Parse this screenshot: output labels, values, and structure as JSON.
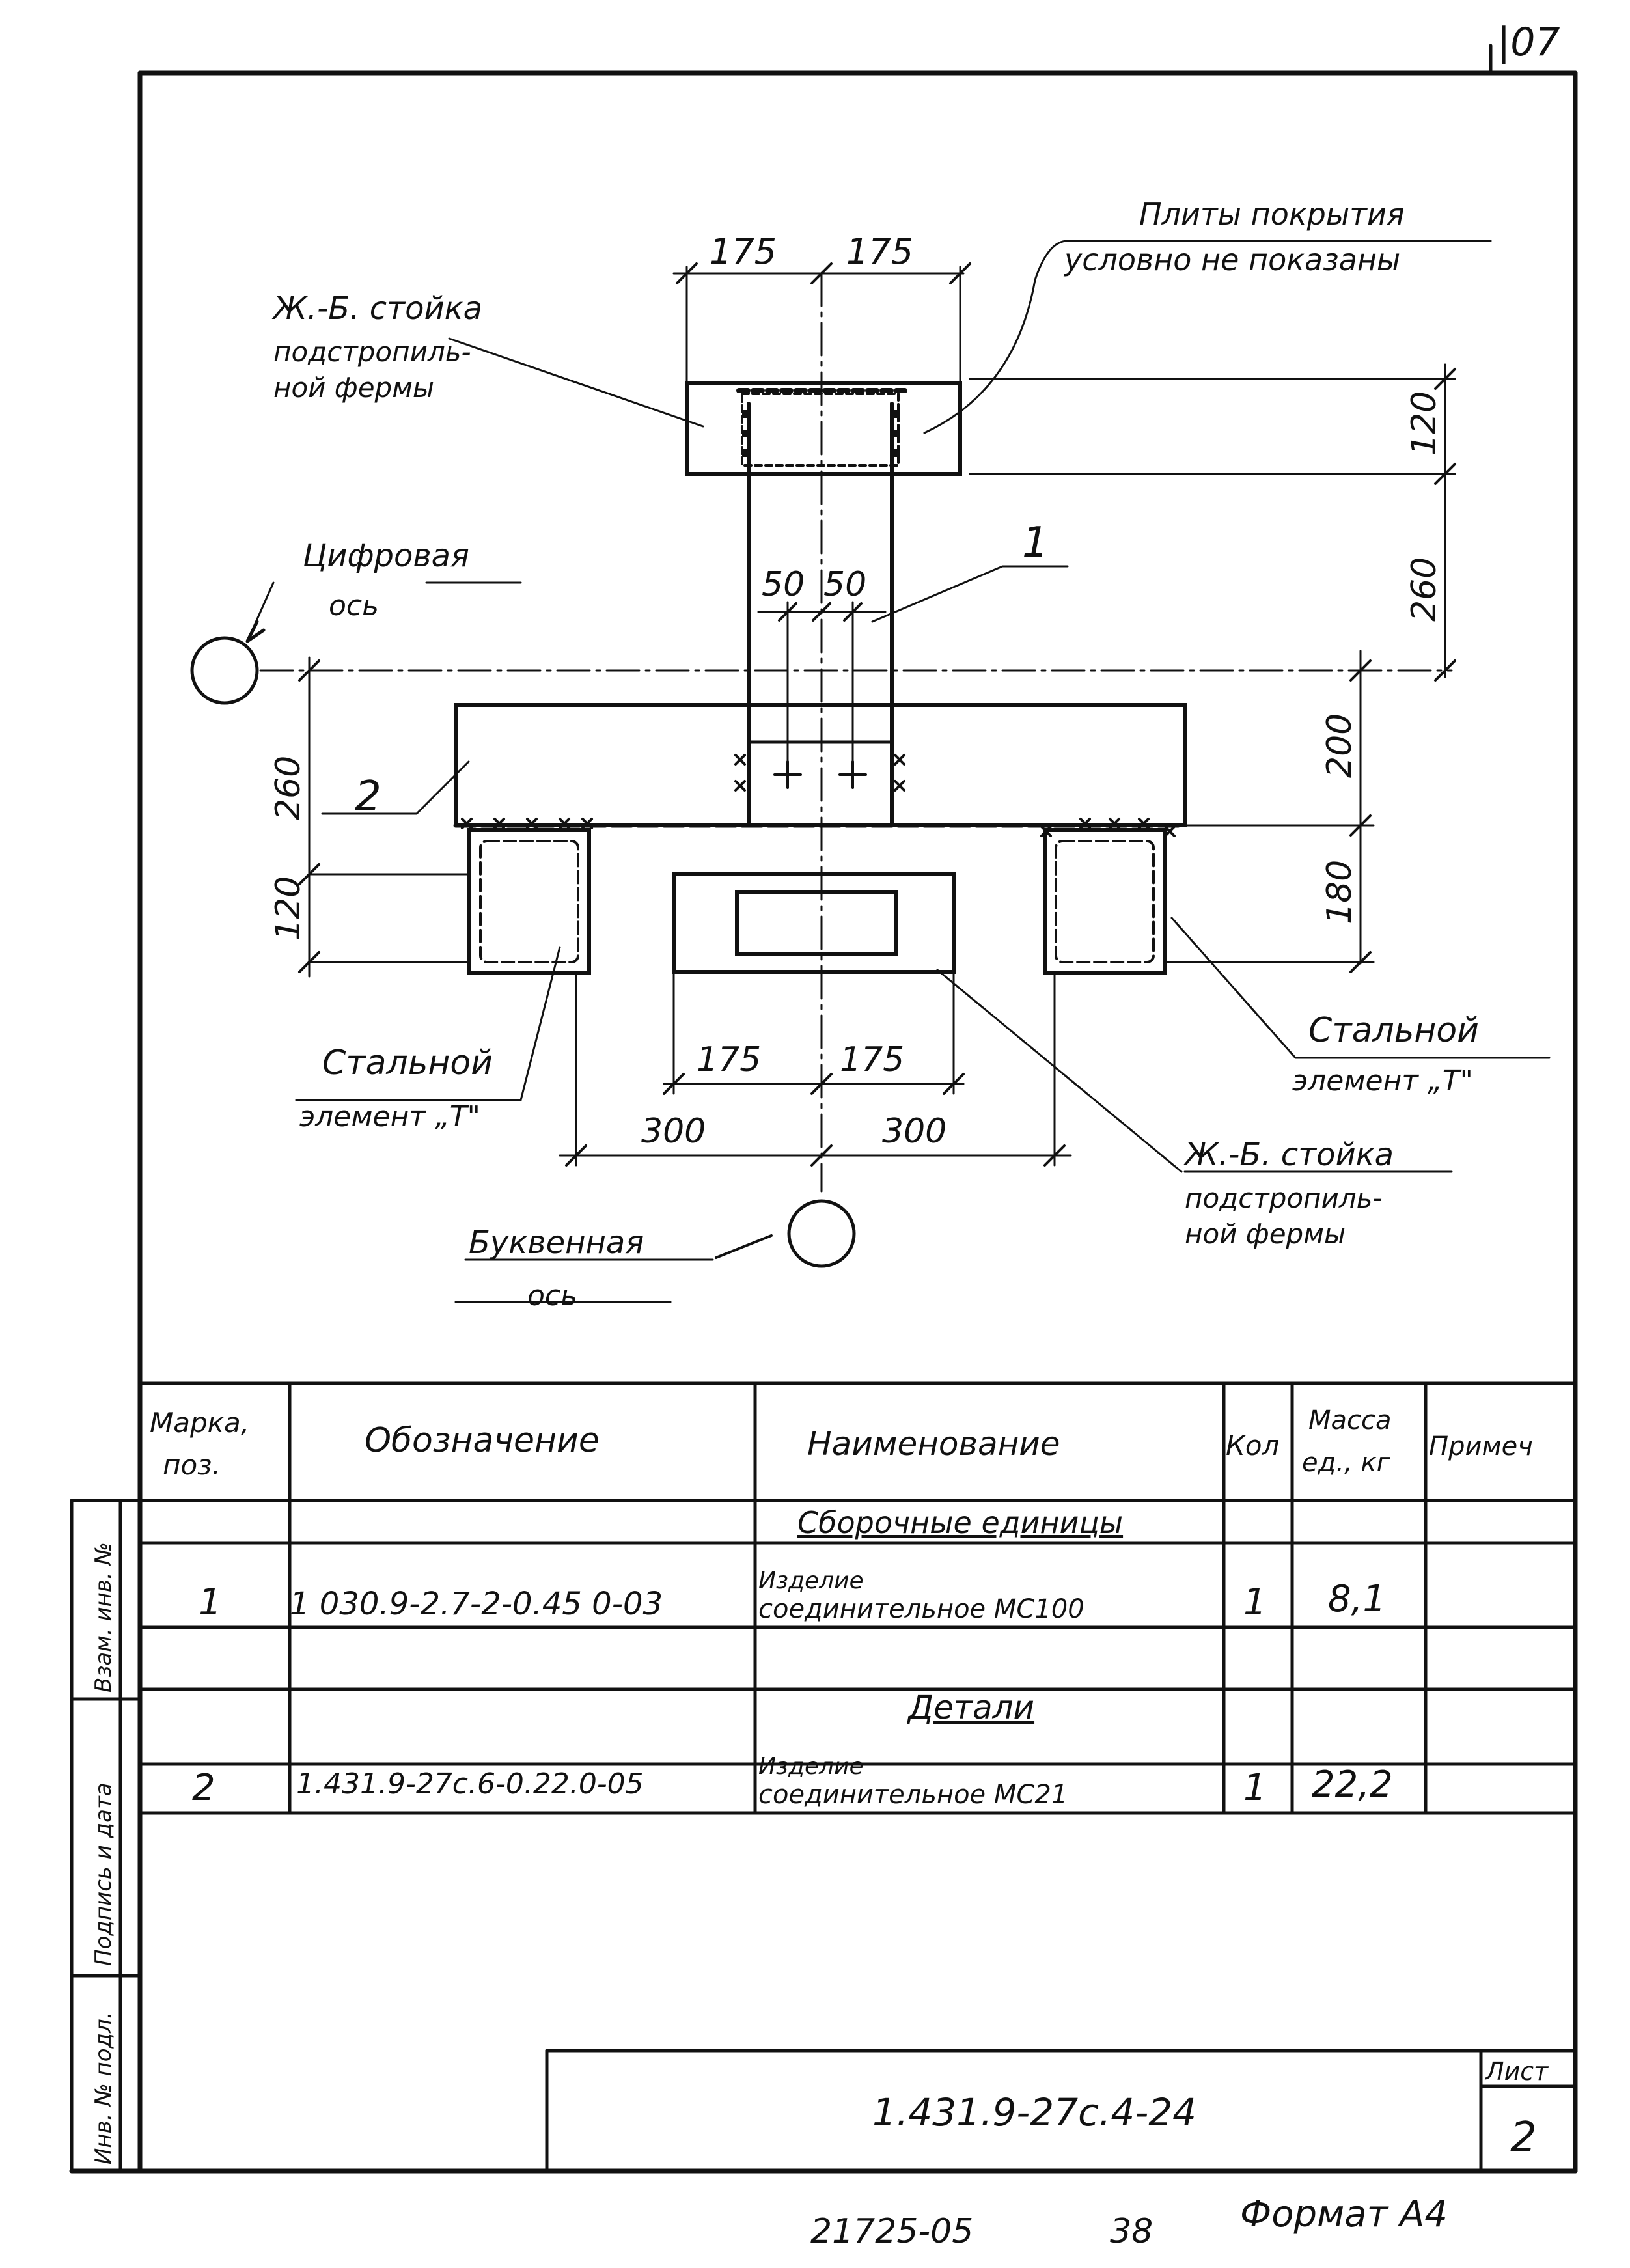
{
  "page_corner": "|07",
  "drawing": {
    "cover_plates_note": [
      "Плиты покрытия",
      "условно не показаны"
    ],
    "rc_post_top": [
      "Ж.-Б. стойка",
      "подстропиль-",
      "ной фермы"
    ],
    "rc_post_bottom": [
      "Ж.-Б. стойка",
      "подстропиль-",
      "ной фермы"
    ],
    "digital_axis": [
      "Цифровая",
      "ось"
    ],
    "letter_axis": [
      "Буквенная",
      "ось"
    ],
    "steel_left": [
      "Стальной",
      "элемент „Т\""
    ],
    "steel_right": [
      "Стальной",
      "элемент „Т\""
    ],
    "pos1": "1",
    "pos2": "2",
    "dims": {
      "top_left": "175",
      "top_right": "175",
      "mid_left": "50",
      "mid_right": "50",
      "bot_inner_left": "175",
      "bot_inner_right": "175",
      "bot_outer_left": "300",
      "bot_outer_right": "300",
      "r_120": "120",
      "r_260": "260",
      "r_200": "200",
      "r_180": "180",
      "l_260": "260",
      "l_120": "120"
    }
  },
  "table": {
    "headers": {
      "mark": [
        "Марка,",
        "поз."
      ],
      "designation": "Обозначение",
      "name": "Наименование",
      "qty": "Кол",
      "mass": [
        "Масса",
        "ед., кг"
      ],
      "note": "Примеч"
    },
    "section_assembly": "Сборочные единицы",
    "section_details": "Детали",
    "rows": [
      {
        "mark": "1",
        "designation": "1 030.9-2.7-2-0.45 0-03",
        "name": [
          "Изделие",
          "соединительное МС100"
        ],
        "qty": "1",
        "mass": "8,1"
      },
      {
        "mark": "2",
        "designation": "1.431.9-27с.6-0.22.0-05",
        "name": [
          "Изделие",
          "соединительное МС21"
        ],
        "qty": "1",
        "mass": "22,2"
      }
    ]
  },
  "side_stamp": [
    "Взам. инв. №",
    "Подпись и дата",
    "Инв. № подл."
  ],
  "title_block": {
    "code": "1.431.9-27с.4-24",
    "sheet_label": "Лист",
    "sheet_no": "2"
  },
  "footer": {
    "left_number": "21725-05",
    "page": "38",
    "format": "Формат А4"
  }
}
